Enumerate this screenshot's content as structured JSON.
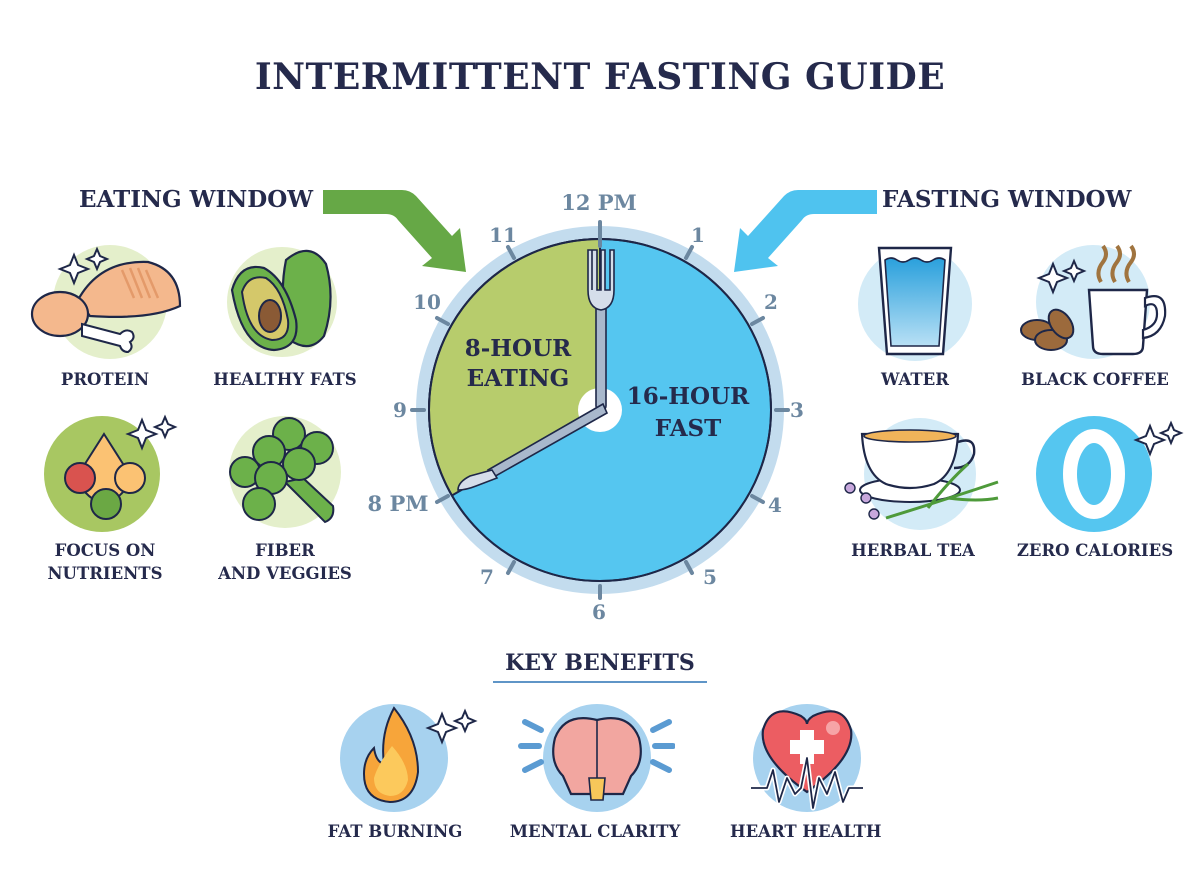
{
  "title": "INTERMITTENT FASTING GUIDE",
  "eating_window": {
    "heading": "EATING WINDOW",
    "arrow_color": "#66a846",
    "items": [
      {
        "label": "PROTEIN",
        "icon": "chicken-drumstick-icon"
      },
      {
        "label": "HEALTHY FATS",
        "icon": "avocado-icon"
      },
      {
        "label_line1": "FOCUS ON",
        "label_line2": "NUTRIENTS",
        "icon": "nutrient-drops-icon"
      },
      {
        "label_line1": "FIBER",
        "label_line2": "AND VEGGIES",
        "icon": "broccoli-icon"
      }
    ]
  },
  "fasting_window": {
    "heading": "FASTING WINDOW",
    "arrow_color": "#4fc3ef",
    "items": [
      {
        "label": "WATER",
        "icon": "water-glass-icon"
      },
      {
        "label": "BLACK COFFEE",
        "icon": "coffee-cup-icon"
      },
      {
        "label": "HERBAL TEA",
        "icon": "tea-cup-icon"
      },
      {
        "label": "ZERO CALORIES",
        "icon": "zero-icon",
        "glyph": "0"
      }
    ]
  },
  "clock": {
    "eating_label_line1": "8-HOUR",
    "eating_label_line2": "EATING",
    "fasting_label_line1": "16-HOUR",
    "fasting_label_line2": "FAST",
    "eating_color": "#b7cc6c",
    "fasting_color": "#55c6f0",
    "ring_color": "#c3dcee",
    "hours": {
      "h12": "12 PM",
      "h1": "1",
      "h2": "2",
      "h3": "3",
      "h4": "4",
      "h5": "5",
      "h6": "6",
      "h7": "7",
      "h8": "8 PM",
      "h9": "9",
      "h10": "10",
      "h11": "11"
    }
  },
  "key_benefits": {
    "heading": "KEY BENEFITS",
    "items": [
      {
        "label": "FAT BURNING",
        "icon": "flame-icon"
      },
      {
        "label": "MENTAL CLARITY",
        "icon": "brain-icon"
      },
      {
        "label": "HEART HEALTH",
        "icon": "heart-pulse-icon"
      }
    ]
  }
}
